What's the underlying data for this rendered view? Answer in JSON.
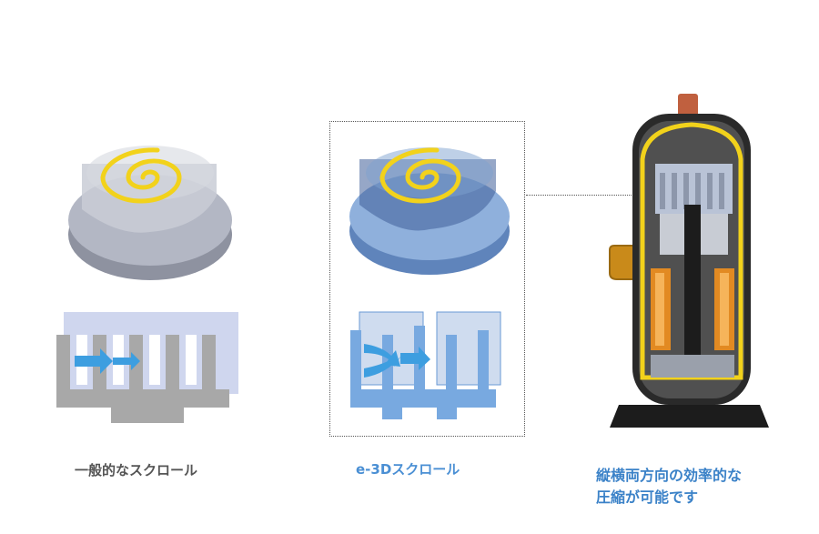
{
  "captions": {
    "standard": "一般的なスクロール",
    "e3d": "e-3Dスクロール",
    "compressor_line1": "縦横両方向の効率的な",
    "compressor_line2": "圧縮が可能です"
  },
  "colors": {
    "spiral": "#f2d21b",
    "standard_base": "#a6aab8",
    "e3d_base": "#7ea1d0",
    "flow_arrow": "#3d9ee0",
    "compressor_shell": "#2a2a2a",
    "caption_blue": "#3b82c8",
    "caption_gray": "#555555"
  }
}
